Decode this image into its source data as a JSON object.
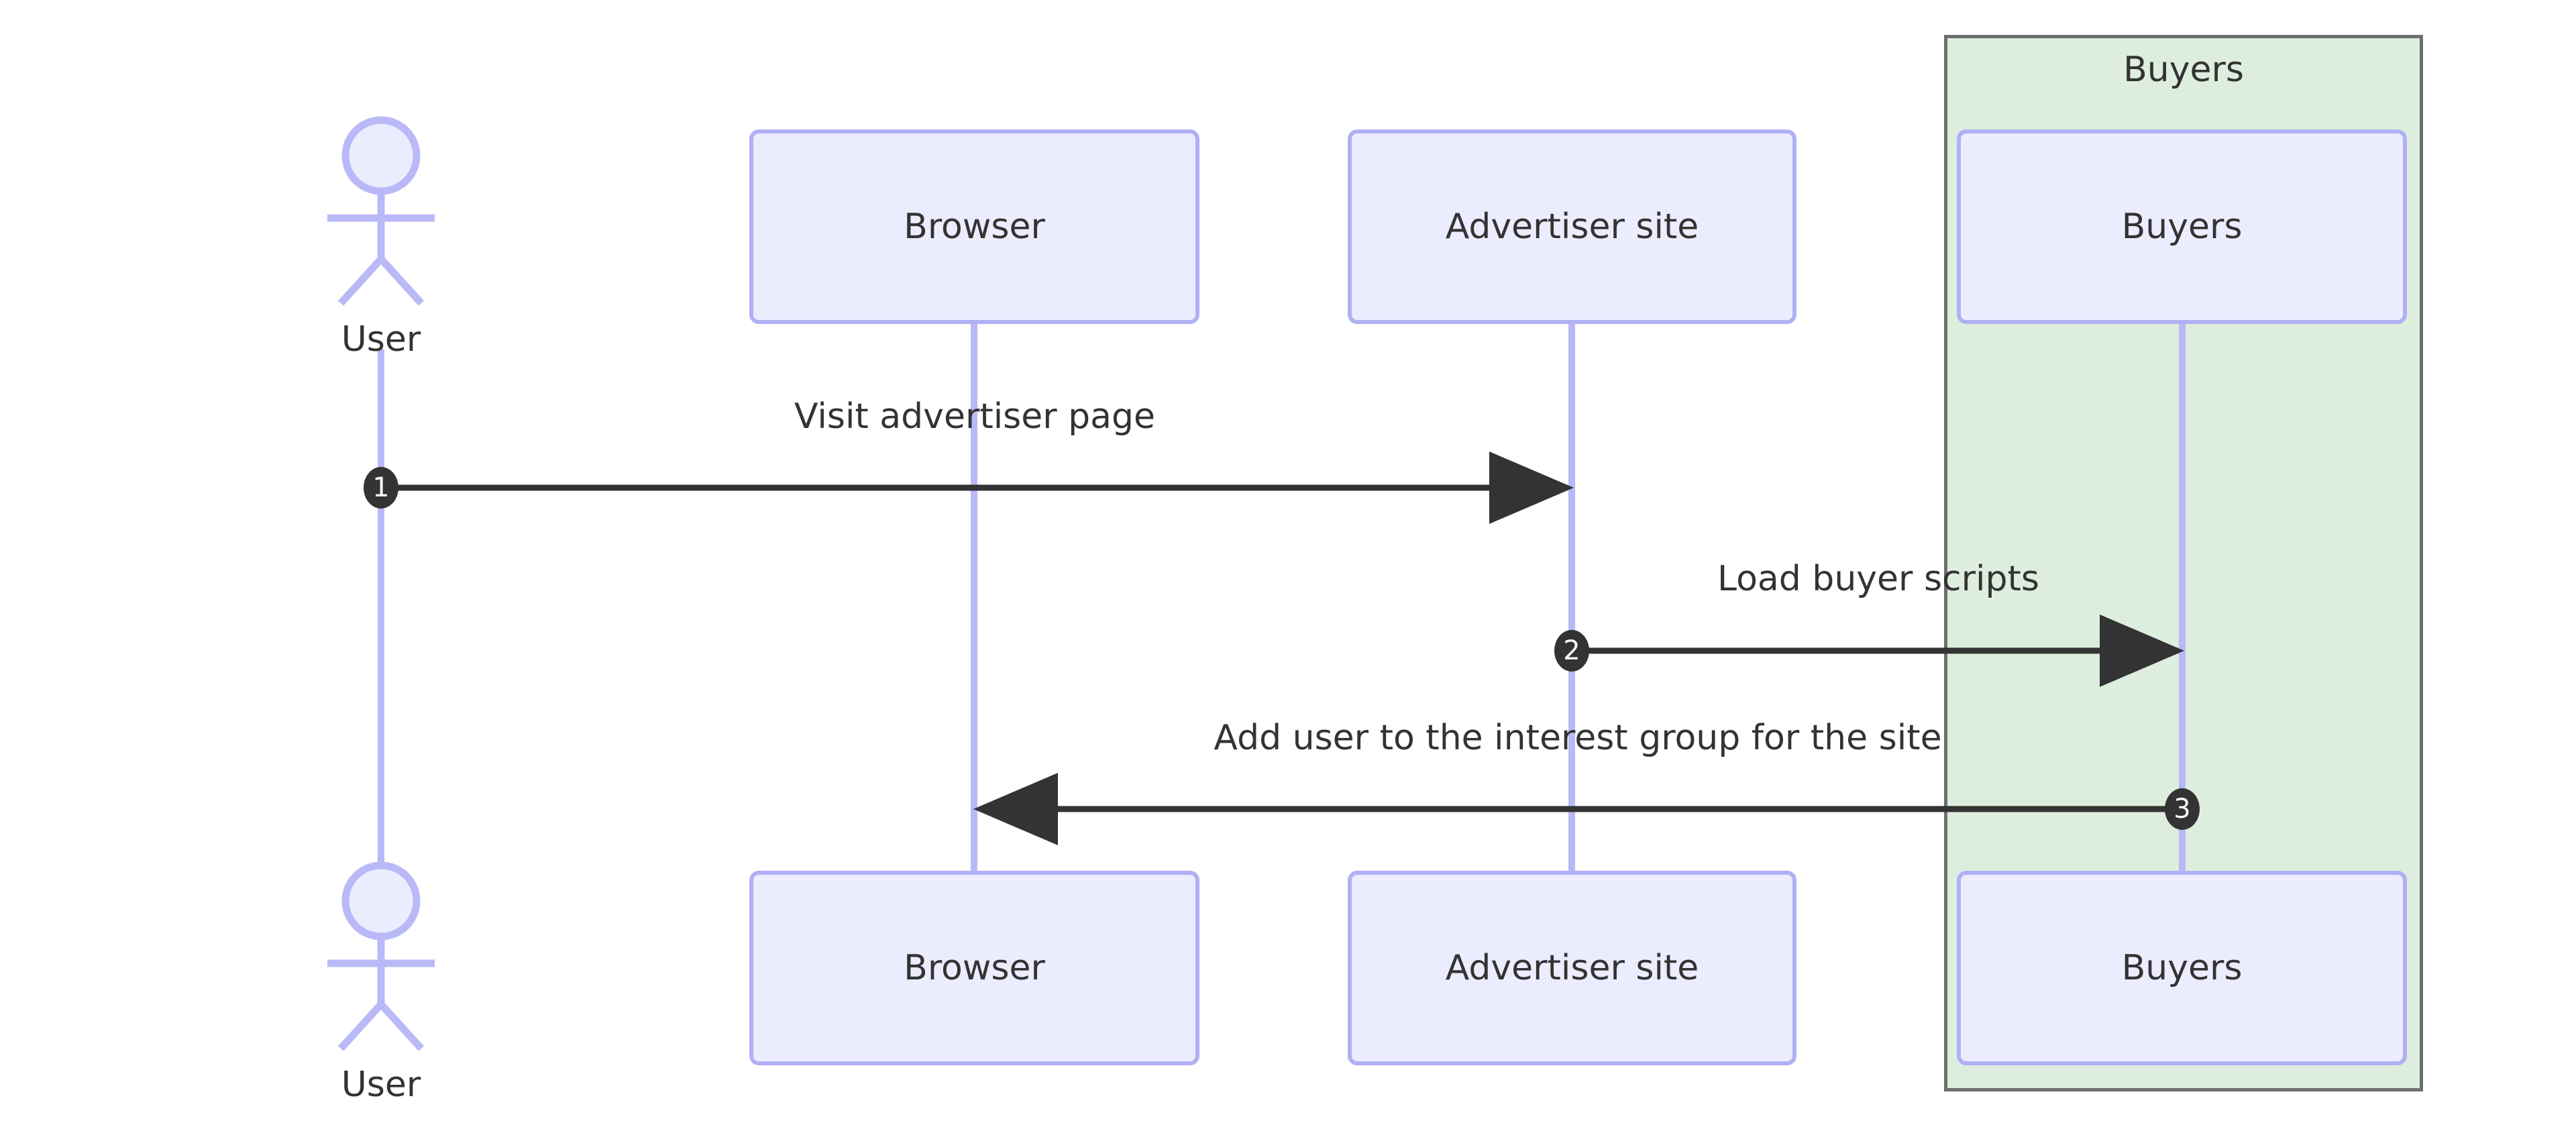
{
  "diagram": {
    "type": "sequence-diagram",
    "title": "",
    "background": "#ffffff",
    "colors": {
      "participant_fill": "#ECECFF",
      "participant_border": "#B0B0F5",
      "lifeline": "#B9B9F8",
      "group_fill": "#DEEEDE",
      "group_border": "#6E6E6E",
      "arrow": "#333333",
      "badge_fill": "#333333",
      "badge_text": "#FFFFFF",
      "text": "#333333"
    },
    "actors": [
      {
        "id": "user",
        "label": "User",
        "kind": "actor-stick-figure"
      }
    ],
    "participants": [
      {
        "id": "user",
        "label": "User",
        "kind": "actor"
      },
      {
        "id": "browser",
        "label": "Browser",
        "kind": "box"
      },
      {
        "id": "advertiser",
        "label": "Advertiser site",
        "kind": "box"
      },
      {
        "id": "buyers",
        "label": "Buyers",
        "kind": "box",
        "group": "Buyers"
      }
    ],
    "groups": [
      {
        "id": "buyers-group",
        "label": "Buyers",
        "members": [
          "buyers"
        ]
      }
    ],
    "messages": [
      {
        "number": "1",
        "label": "Visit advertiser page",
        "from": "user",
        "to": "advertiser",
        "direction": "right",
        "style": "solid-arrow"
      },
      {
        "number": "2",
        "label": "Load buyer scripts",
        "from": "advertiser",
        "to": "buyers",
        "direction": "right",
        "style": "solid-arrow"
      },
      {
        "number": "3",
        "label": "Add user to the interest group for the site",
        "from": "buyers",
        "to": "browser",
        "direction": "left",
        "style": "solid-arrow"
      }
    ],
    "bottom_labels": {
      "user": "User",
      "browser": "Browser",
      "advertiser": "Advertiser site",
      "buyers": "Buyers"
    }
  }
}
